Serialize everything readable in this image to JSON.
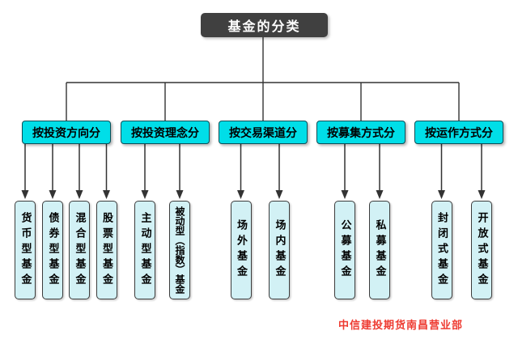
{
  "title": "基金的分类",
  "footer": "中信建投期货南昌营业部",
  "colors": {
    "background": "#ffffff",
    "title_bg": "#404040",
    "title_text": "#ffffff",
    "category_fill": "#00dee8",
    "category_border": "#0a4f58",
    "leaf_fill": "#d2f1f5",
    "leaf_border": "#3c3c3c",
    "connector": "#333333",
    "footer_text": "#ee3a30"
  },
  "groups": [
    {
      "label": "按投资方向分",
      "children": [
        "货币型基金",
        "债券型基金",
        "混合型基金",
        "股票型基金"
      ]
    },
    {
      "label": "按投资理念分",
      "children": [
        "主动型基金",
        "被动型（指数）基金"
      ]
    },
    {
      "label": "按交易渠道分",
      "children": [
        "场外基金",
        "场内基金"
      ]
    },
    {
      "label": "按募集方式分",
      "children": [
        "公募基金",
        "私募基金"
      ]
    },
    {
      "label": "按运作方式分",
      "children": [
        "封闭式基金",
        "开放式基金"
      ]
    }
  ]
}
